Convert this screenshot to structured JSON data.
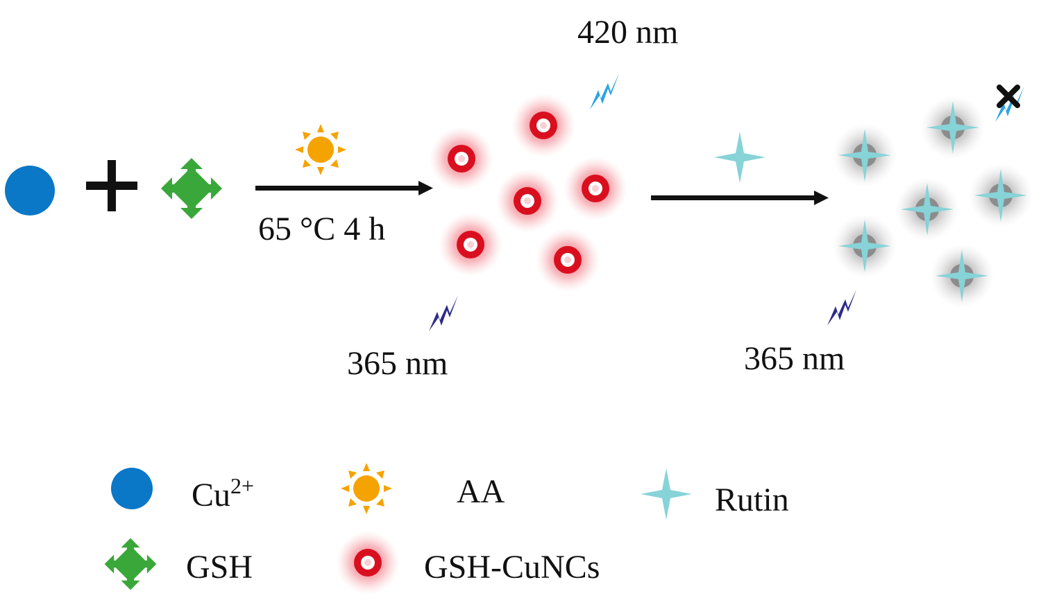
{
  "scheme": {
    "condition_text": "65 °C  4 h",
    "excitation_label_1": "365 nm",
    "emission_label": "420 nm",
    "excitation_label_2": "365 nm"
  },
  "legend": {
    "cu": {
      "base": "Cu",
      "sup": "2+"
    },
    "aa": "AA",
    "rutin": "Rutin",
    "gsh": "GSH",
    "cuncs": "GSH-CuNCs"
  },
  "colors": {
    "cu_blue": "#0a77c7",
    "gsh_green": "#3aa73a",
    "sun_orange": "#f5a300",
    "nc_red": "#e0101e",
    "rutin_cyan": "#86d3d8",
    "uv_purple": "#2e2a8a",
    "emission_blue": "#2aa3e3"
  },
  "icons": [
    "cu-ion-dot-icon",
    "plus-icon",
    "gsh-diamond-icon",
    "sun-icon",
    "arrow-icon",
    "lightning-bolt-icon",
    "cross-mark-icon",
    "rutin-star-icon",
    "nanocluster-icon"
  ]
}
